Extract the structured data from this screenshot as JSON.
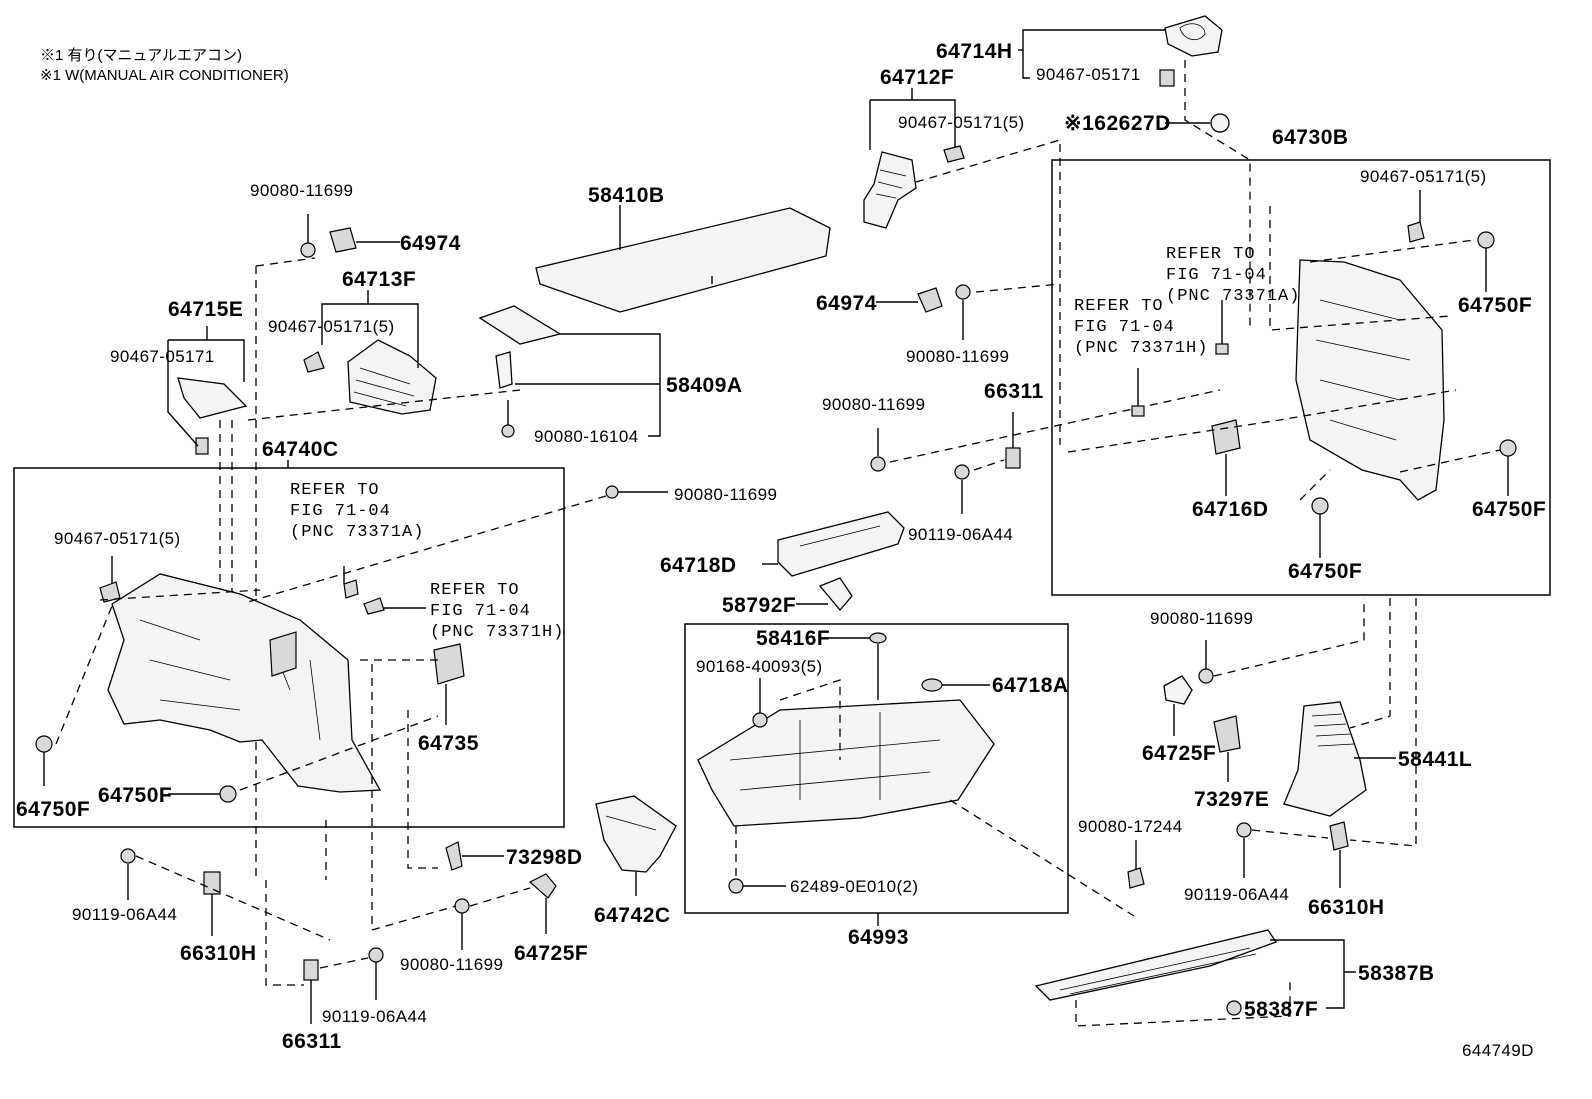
{
  "notes": {
    "line1": "※1 有り(マニュアルエアコン)",
    "line2": "※1 W(MANUAL AIR CONDITIONER)"
  },
  "figure_code": "644749D",
  "parts": {
    "p64714H": "64714H",
    "p90467_05171_top": "90467-05171",
    "p64712F": "64712F",
    "p90467_05171_5_top": "90467-05171(5)",
    "p62627D": "※162627D",
    "p64730B": "64730B",
    "p90467_05171_5_right": "90467-05171(5)",
    "p64750F_r1": "64750F",
    "p64750F_r2": "64750F",
    "p64750F_r3": "64750F",
    "p64716D": "64716D",
    "p90080_11699_a": "90080-11699",
    "p64974_a": "64974",
    "p64713F": "64713F",
    "p64715E": "64715E",
    "p90467_05171_5_b": "90467-05171(5)",
    "p90467_05171_b": "90467-05171",
    "p58410B": "58410B",
    "p58409A": "58409A",
    "p90080_16104": "90080-16104",
    "p64974_b": "64974",
    "p90080_11699_b": "90080-11699",
    "p66311_a": "66311",
    "p90080_11699_c": "90080-11699",
    "p90119_06A44_a": "90119-06A44",
    "p64740C": "64740C",
    "p90080_11699_d": "90080-11699",
    "p90467_05171_5_c": "90467-05171(5)",
    "p64718D": "64718D",
    "p58792F": "58792F",
    "p58416F": "58416F",
    "p90168_40093": "90168-40093(5)",
    "p64718A": "64718A",
    "p64735": "64735",
    "p64750F_l1": "64750F",
    "p64750F_l2": "64750F",
    "p73298D": "73298D",
    "p90119_06A44_b": "90119-06A44",
    "p66310H_a": "66310H",
    "p90080_11699_e": "90080-11699",
    "p64725F_a": "64725F",
    "p66311_b": "66311",
    "p90119_06A44_c": "90119-06A44",
    "p64742C": "64742C",
    "p62489": "62489-0E010(2)",
    "p64993": "64993",
    "p90080_11699_f": "90080-11699",
    "p64725F_b": "64725F",
    "p73297E": "73297E",
    "p58441L": "58441L",
    "p90080_17244": "90080-17244",
    "p90119_06A44_d": "90119-06A44",
    "p66310H_b": "66310H",
    "p58387B": "58387B",
    "p58387F": "58387F"
  },
  "refs": {
    "r1": [
      "REFER TO",
      "FIG 71-04",
      "(PNC 73371A)"
    ],
    "r2": [
      "REFER TO",
      "FIG 71-04",
      "(PNC 73371H)"
    ],
    "r3": [
      "REFER TO",
      "FIG 71-04",
      "(PNC 73371A)"
    ],
    "r4": [
      "REFER TO",
      "FIG 71-04",
      "(PNC 73371H)"
    ]
  }
}
